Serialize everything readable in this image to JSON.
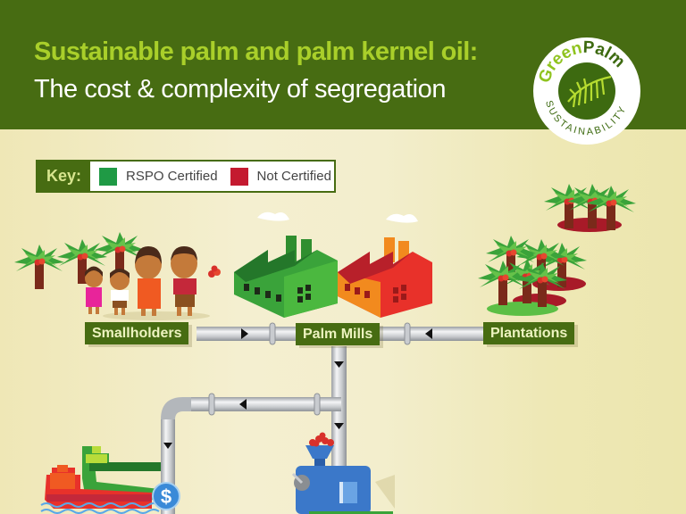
{
  "header": {
    "title_line1": "Sustainable palm and palm kernel oil:",
    "title_line2": "The cost & complexity of segregation",
    "background_color": "#476c12",
    "title_color": "#a9cf2a"
  },
  "logo": {
    "brand_green": "Green",
    "brand_palm": "Palm",
    "tagline": "SUSTAINABILITY",
    "icon": "palm-leaf-icon"
  },
  "key": {
    "label": "Key:",
    "items": [
      {
        "label": "RSPO Certified",
        "color": "#1f9a45"
      },
      {
        "label": "Not Certified",
        "color": "#c41a30"
      }
    ]
  },
  "nodes": {
    "smallholders": "Smallholders",
    "palm_mills": "Palm Mills",
    "plantations": "Plantations"
  },
  "icons": {
    "currency": "$"
  },
  "colors": {
    "certified": "#3daa3a",
    "not_certified": "#e8312a",
    "pipe": "#c9ccd0",
    "machine": "#3b78c9",
    "label_bg": "#476c12"
  }
}
